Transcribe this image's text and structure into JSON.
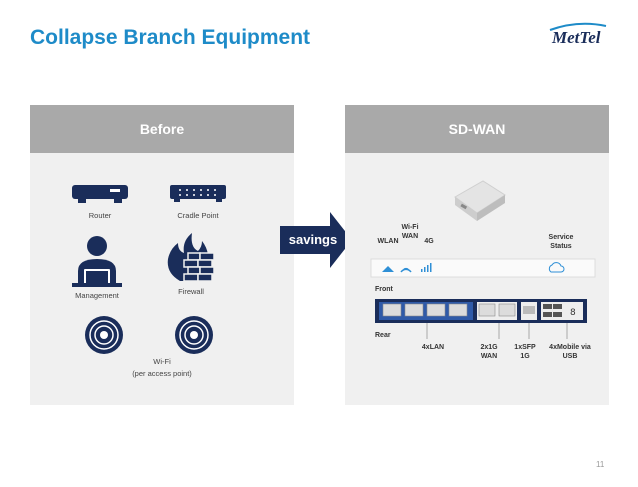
{
  "title": "Collapse Branch Equipment",
  "logo": {
    "text": "MetTel"
  },
  "before": {
    "header": "Before",
    "items": {
      "router": "Router",
      "cradlepoint": "Cradle Point",
      "management": "Management",
      "firewall": "Firewall",
      "wifi_line1": "Wi-Fi",
      "wifi_line2": "(per access point)"
    }
  },
  "arrow": {
    "label": "savings"
  },
  "sdwan": {
    "header": "SD-WAN",
    "labels": {
      "wlan": "WLAN",
      "wifi_wan_1": "Wi-Fi",
      "wifi_wan_2": "WAN",
      "g4": "4G",
      "service_1": "Service",
      "service_2": "Status",
      "front": "Front",
      "rear": "Rear",
      "lan": "4xLAN",
      "wan_1": "2x1G",
      "wan_2": "WAN",
      "sfp_1": "1xSFP",
      "sfp_2": "1G",
      "mobile_1": "4xMobile via",
      "mobile_2": "USB"
    }
  },
  "page_number": "11",
  "colors": {
    "title": "#1e8bc8",
    "navy": "#1a2d5a",
    "panel_header": "#a9a9a9",
    "panel_body": "#f0f0f0",
    "accent_blue": "#2e8fd6"
  }
}
